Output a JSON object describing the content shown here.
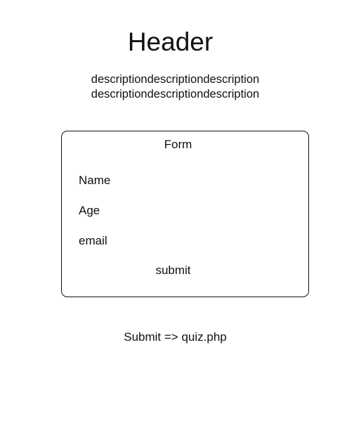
{
  "header": {
    "title": "Header"
  },
  "description": {
    "line1": "descriptiondescriptiondescription",
    "line2": "descriptiondescriptiondescription"
  },
  "form": {
    "title": "Form",
    "fields": [
      "Name",
      "Age",
      "email"
    ],
    "submit_label": "submit"
  },
  "note": "Submit => quiz.php",
  "colors": {
    "line": "#111111",
    "background": "#ffffff"
  }
}
